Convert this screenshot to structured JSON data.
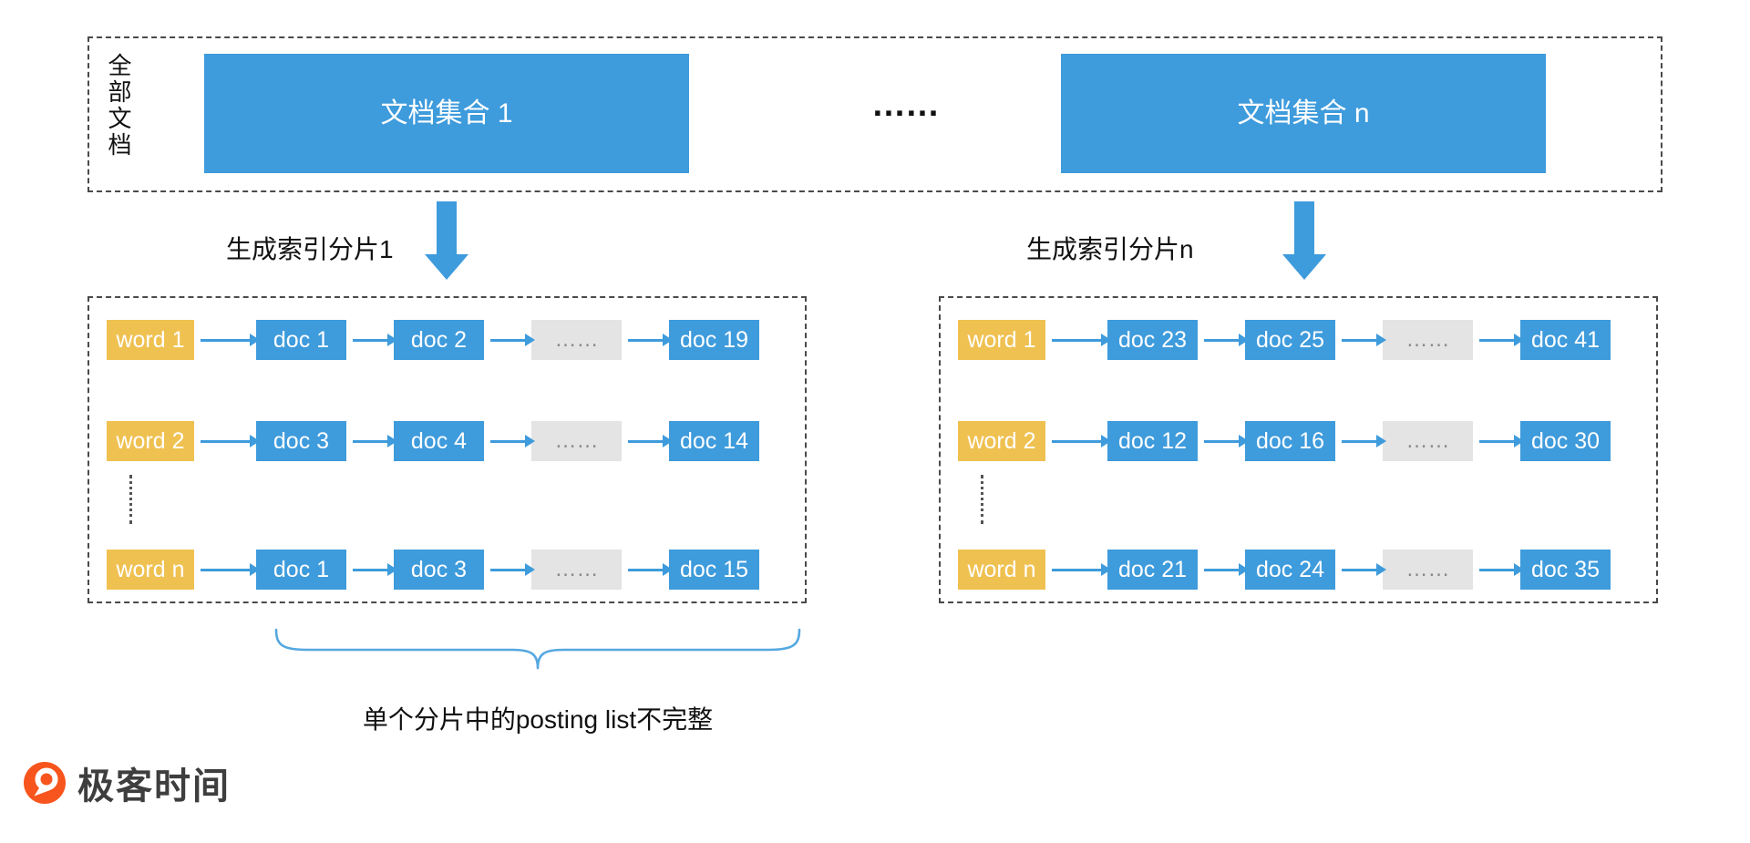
{
  "colors": {
    "blue": "#3E9BDC",
    "yellow": "#EFC151",
    "gray_box": "#E4E4E4",
    "logo_orange": "#F7551D"
  },
  "top": {
    "side_label": "全部文档",
    "collections": [
      "文档集合 1",
      "文档集合 n"
    ],
    "ellipsis": "……"
  },
  "transform_labels": [
    "生成索引分片1",
    "生成索引分片n"
  ],
  "shards": [
    {
      "rows": [
        {
          "word": "word 1",
          "docs": [
            "doc 1",
            "doc 2",
            "……",
            "doc 19"
          ]
        },
        {
          "word": "word 2",
          "docs": [
            "doc 3",
            "doc 4",
            "……",
            "doc 14"
          ]
        },
        {
          "word": "word n",
          "docs": [
            "doc 1",
            "doc 3",
            "……",
            "doc 15"
          ]
        }
      ],
      "vertical_ellipsis_icon": "⋮"
    },
    {
      "rows": [
        {
          "word": "word 1",
          "docs": [
            "doc 23",
            "doc 25",
            "……",
            "doc 41"
          ]
        },
        {
          "word": "word 2",
          "docs": [
            "doc 12",
            "doc 16",
            "……",
            "doc 30"
          ]
        },
        {
          "word": "word n",
          "docs": [
            "doc 21",
            "doc 24",
            "……",
            "doc 35"
          ]
        }
      ],
      "vertical_ellipsis_icon": "⋮"
    }
  ],
  "annotation": "单个分片中的posting list不完整",
  "logo": {
    "text": "极客时间"
  }
}
